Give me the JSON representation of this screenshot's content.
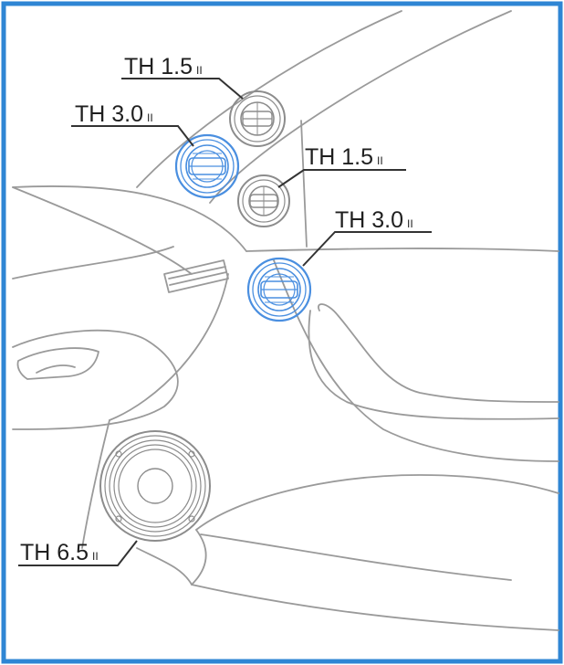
{
  "colors": {
    "frame": "#2f86d4",
    "car_outline": "#9a9a9a",
    "highlight_speaker": "#4a8fe0",
    "speaker_grey": "#8c8c8c",
    "label_text": "#1f1f1f"
  },
  "labels": [
    {
      "id": "tweeter-upper",
      "main": "TH 1.5",
      "sub": "II"
    },
    {
      "id": "midrange-upper",
      "main": "TH 3.0",
      "sub": "II"
    },
    {
      "id": "tweeter-lower",
      "main": "TH 1.5",
      "sub": "II"
    },
    {
      "id": "midrange-lower",
      "main": "TH 3.0",
      "sub": "II"
    },
    {
      "id": "woofer-door",
      "main": "TH 6.5",
      "sub": "II"
    }
  ]
}
